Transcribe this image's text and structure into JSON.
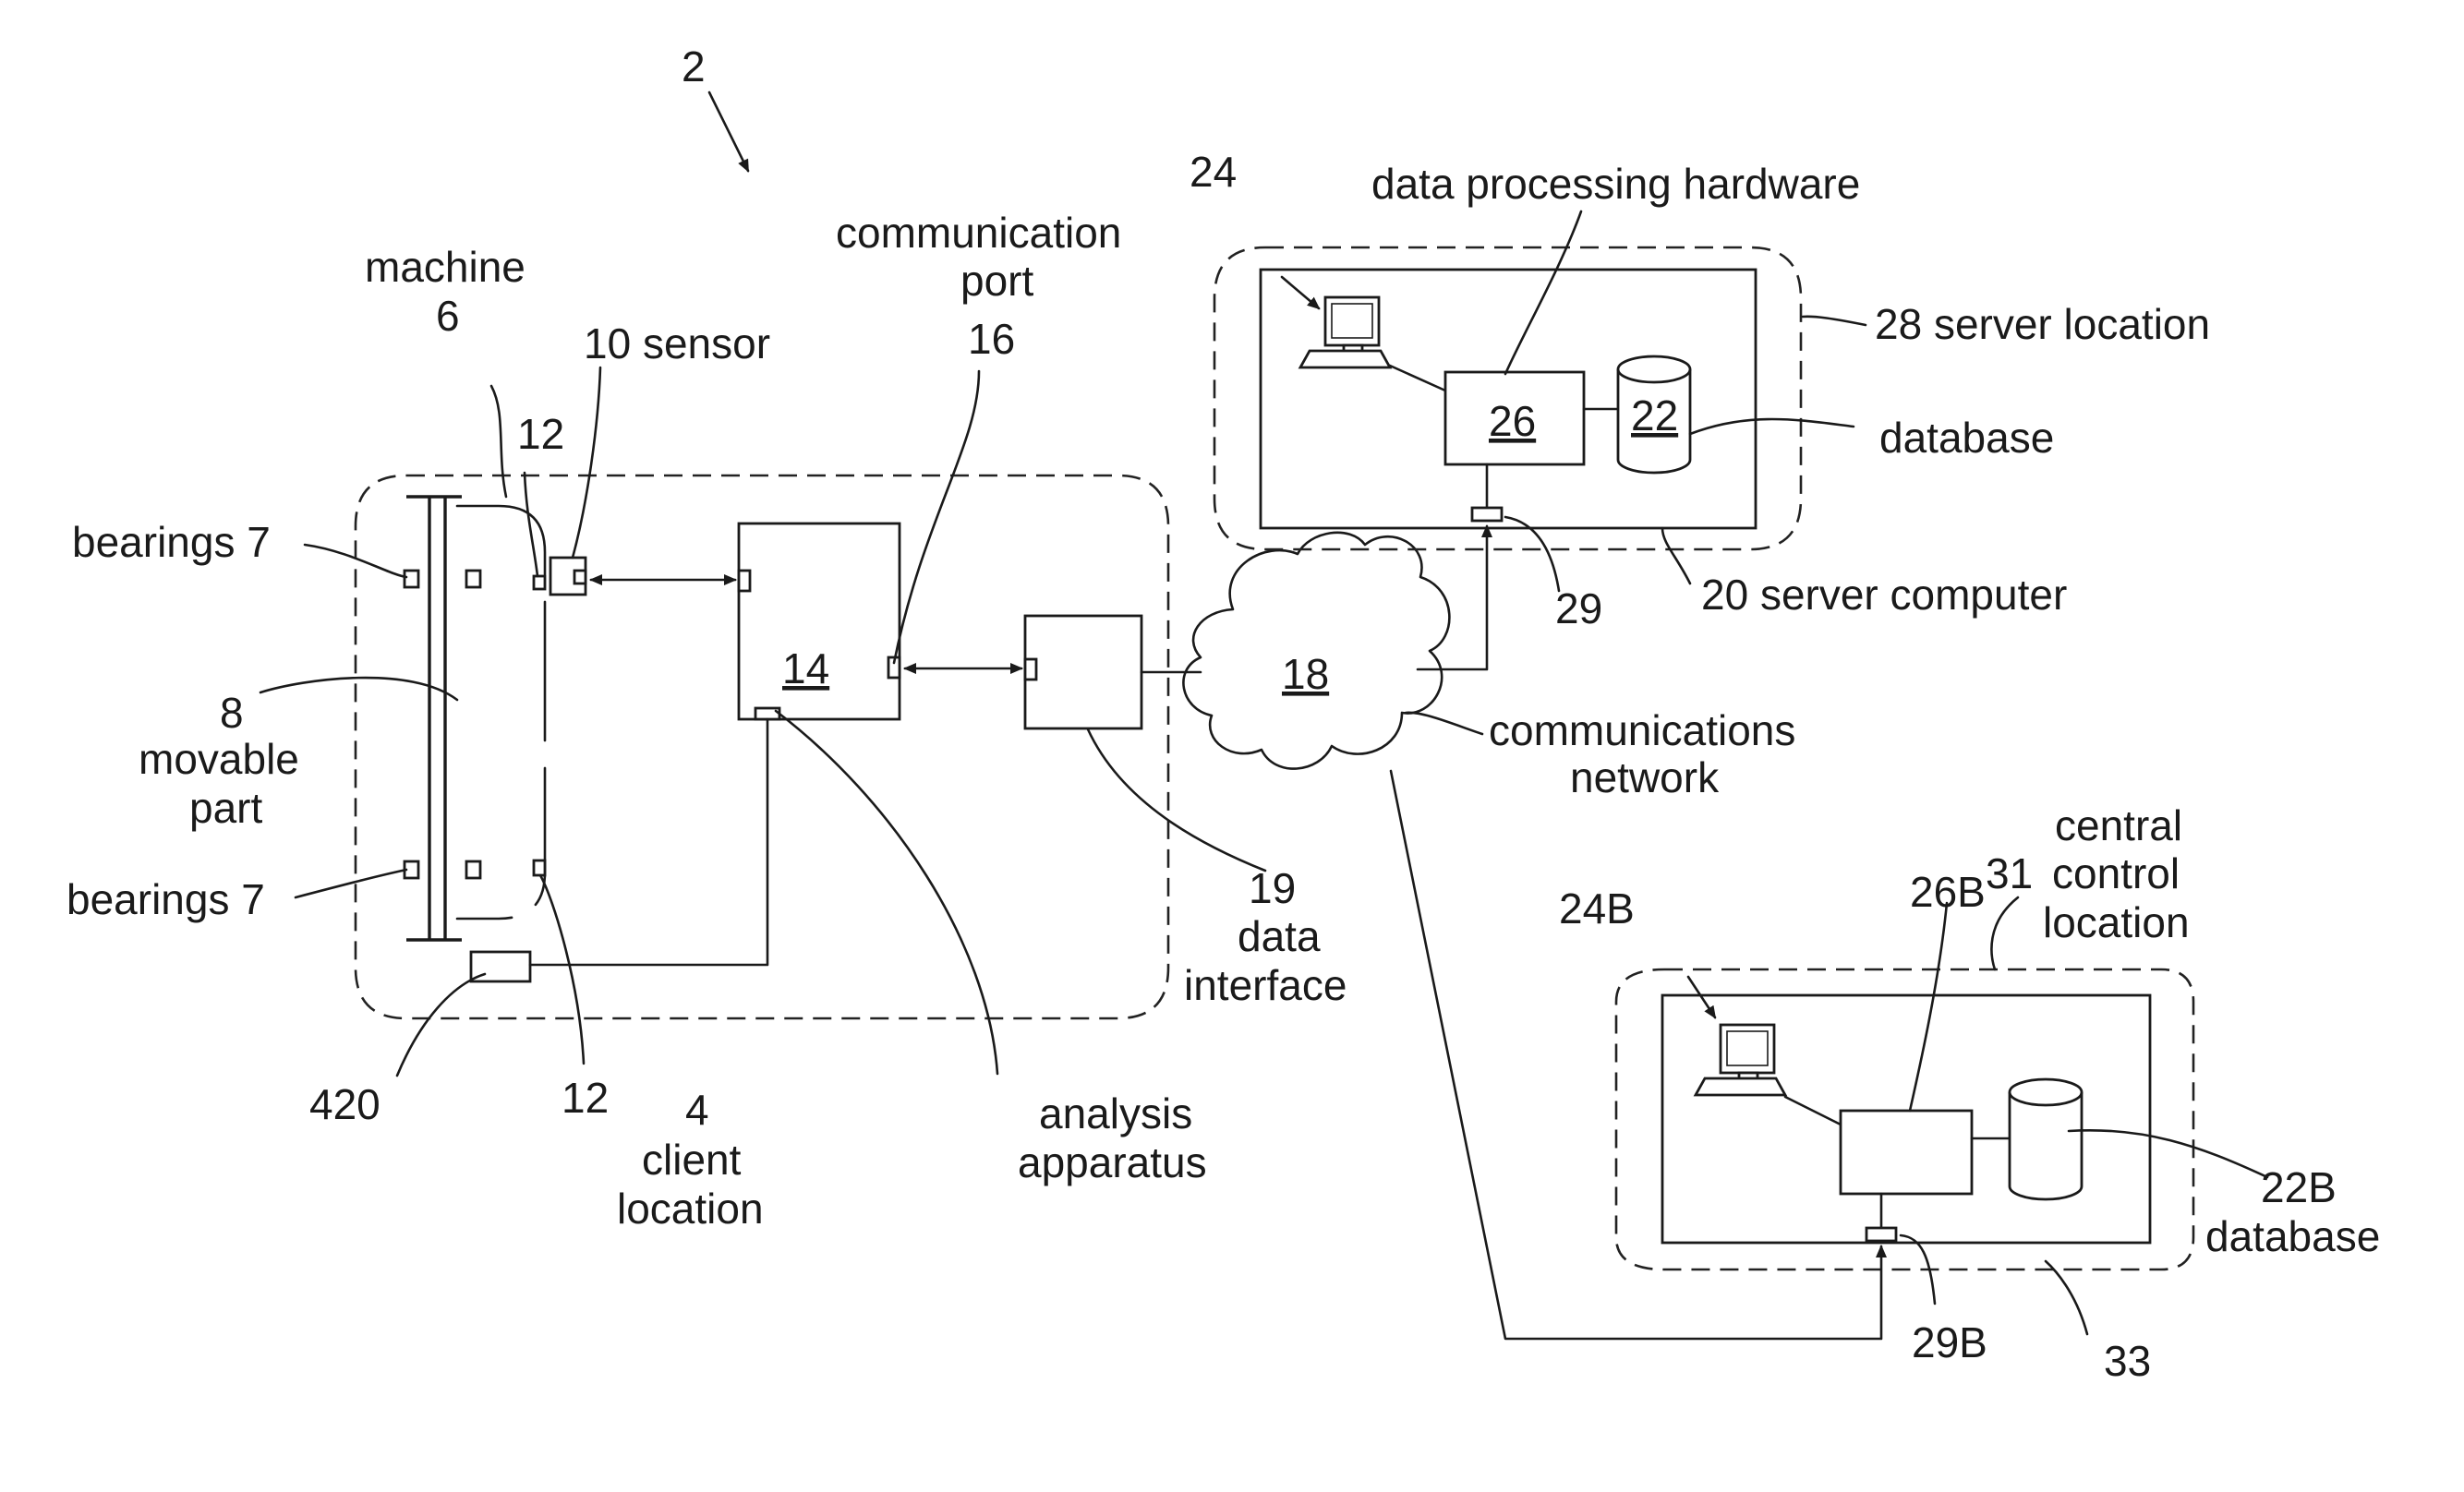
{
  "figure_ref": "2",
  "client_location": {
    "number": "4",
    "text_1": "client",
    "text_2": "location"
  },
  "machine": {
    "title": "machine",
    "number": "6"
  },
  "sensor_label": "10 sensor",
  "sensor_mount_top": "12",
  "sensor_mount_bottom": "12",
  "bearings_top": "bearings 7",
  "bearings_bottom": "bearings 7",
  "movable_part": {
    "number": "8",
    "text_1": "movable",
    "text_2": "part"
  },
  "module_420": "420",
  "analysis_apparatus": {
    "number": "14",
    "text_1": "analysis",
    "text_2": "apparatus"
  },
  "communication_port": {
    "text_1": "communication",
    "text_2": "port",
    "number": "16"
  },
  "data_interface": {
    "number": "19",
    "text_1": "data",
    "text_2": "interface"
  },
  "network": {
    "number": "18",
    "text_1": "communications",
    "text_2": "network"
  },
  "server": {
    "terminal_number": "24",
    "processing_label": "data processing hardware",
    "processing_number": "26",
    "database_number": "22",
    "database_label": "database",
    "location_label": "28 server location",
    "port_number": "29",
    "computer_label": "20 server computer"
  },
  "central": {
    "terminal_number": "24B",
    "processing_number": "26B",
    "location_number": "31",
    "location_text_1": "central",
    "location_text_2": "control",
    "location_text_3": "location",
    "database_number": "22B",
    "database_label": "database",
    "port_number": "29B",
    "computer_number": "33"
  }
}
